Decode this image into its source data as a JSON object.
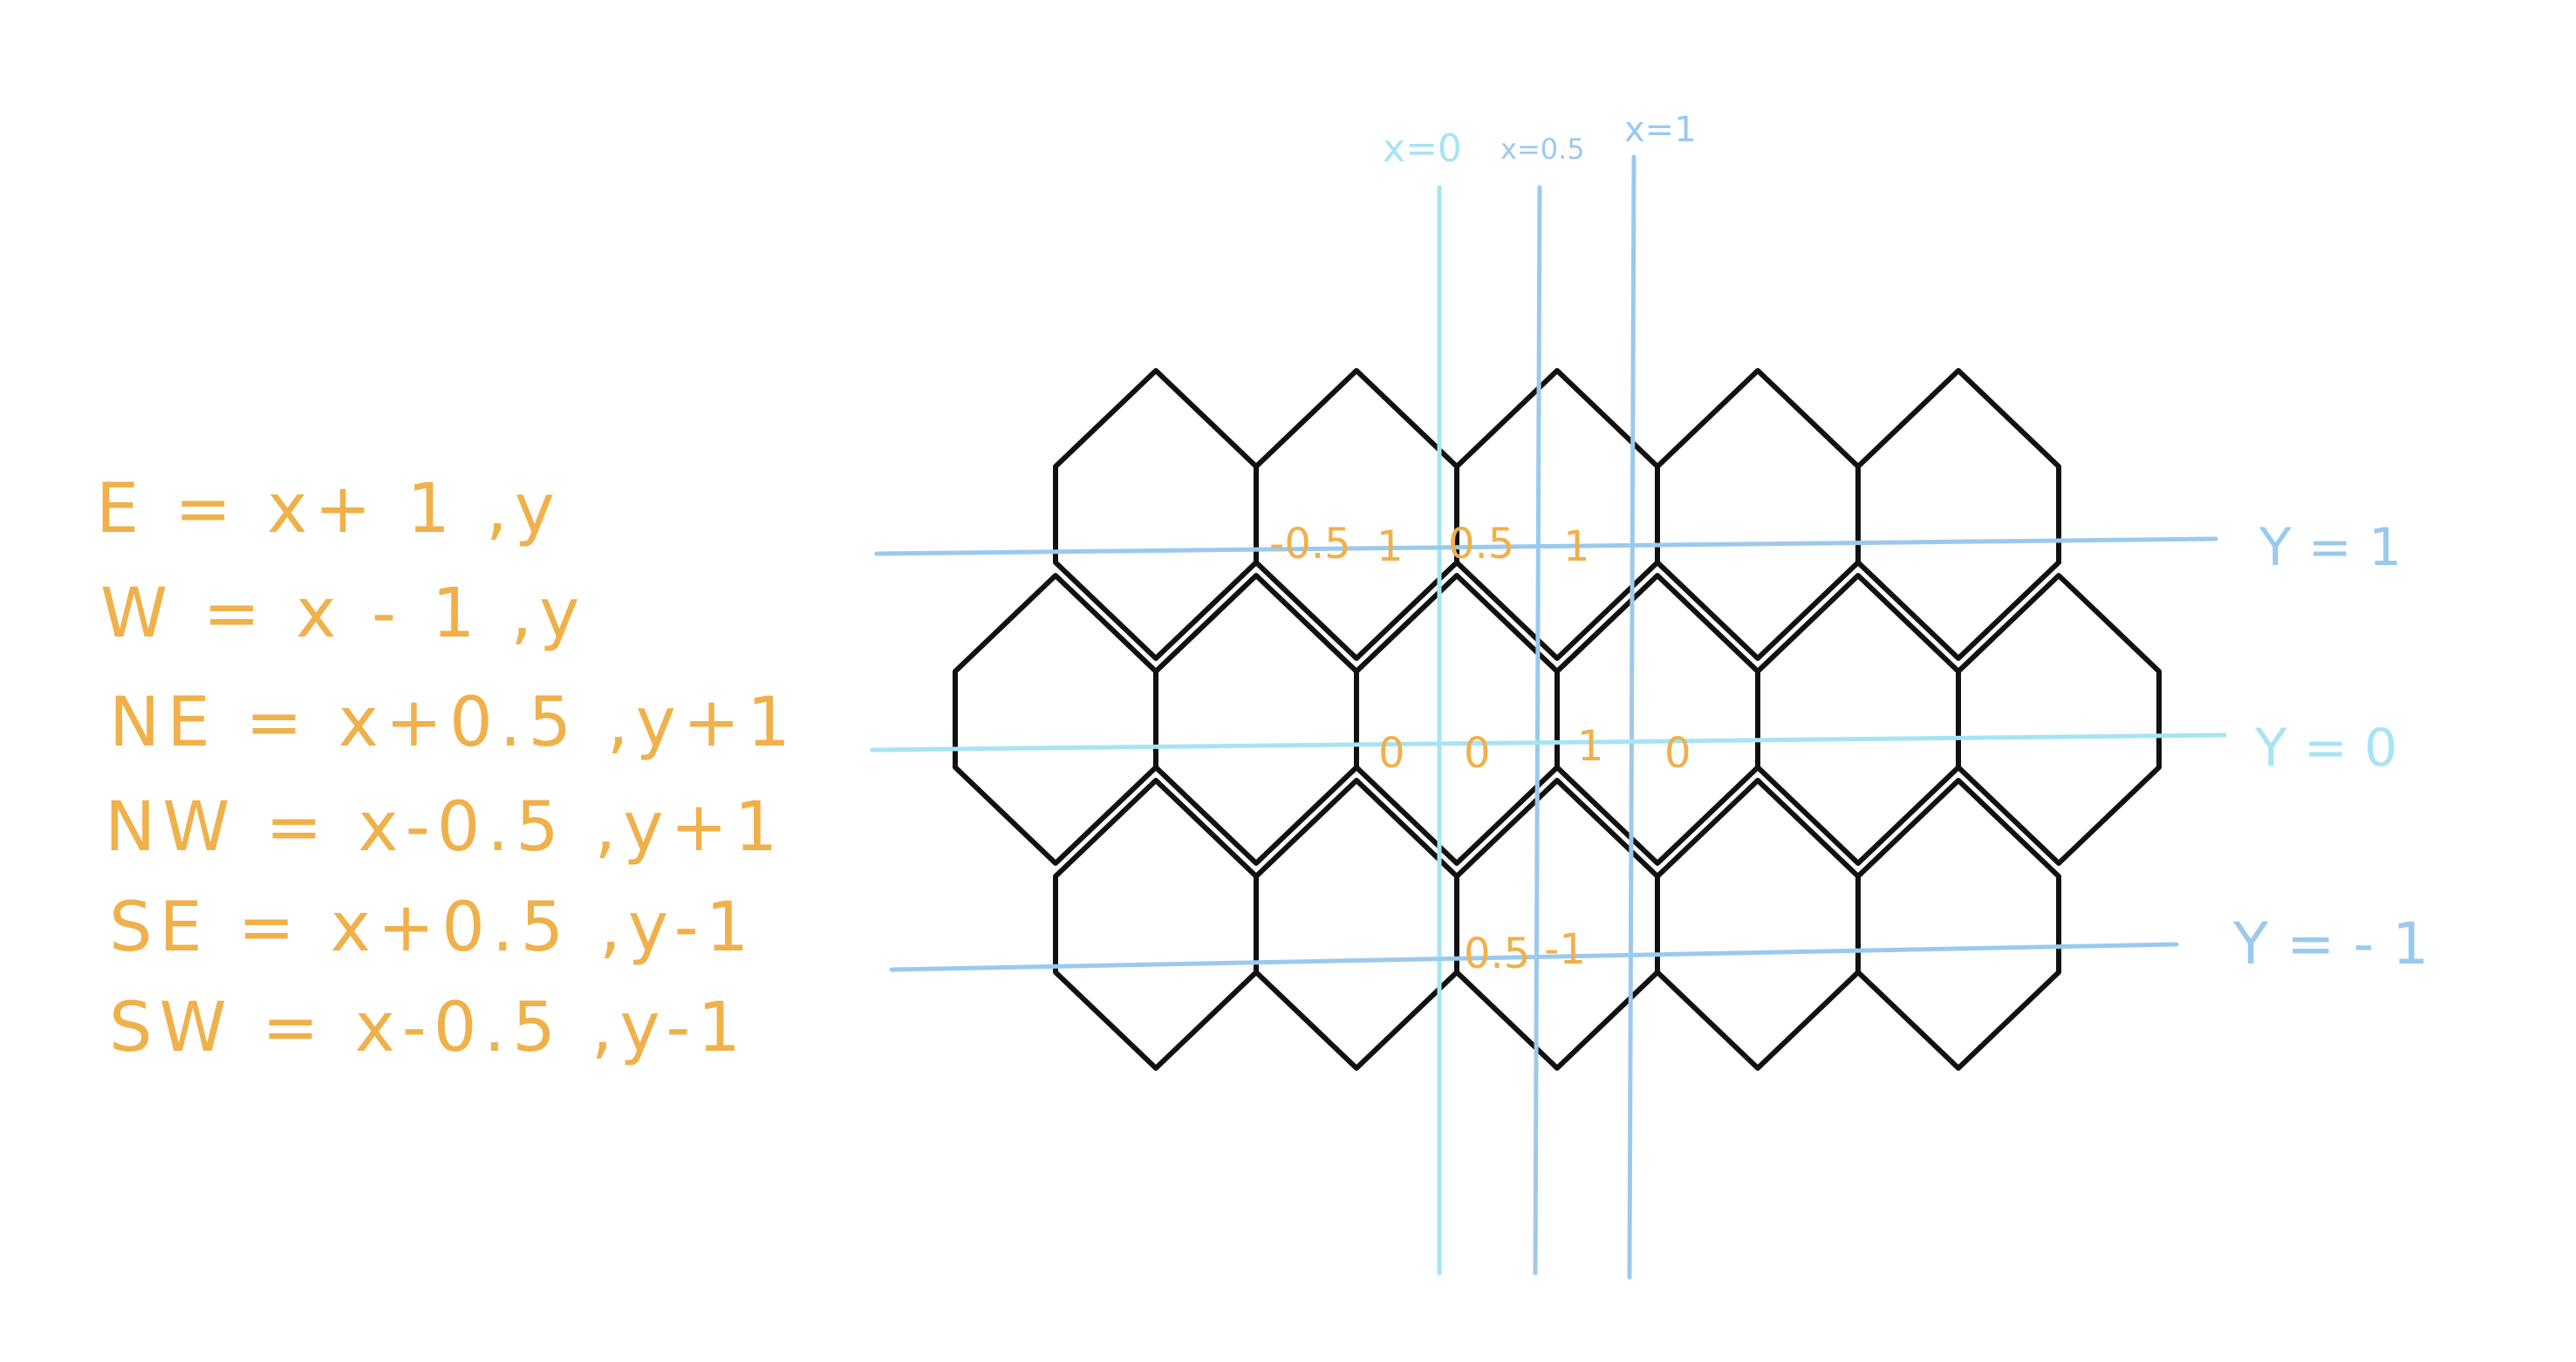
{
  "rules": [
    "E = x+ 1 ,y",
    "W = x - 1 ,y",
    "NE = x+0.5 ,y+1",
    "NW = x-0.5 ,y+1",
    "SE = x+0.5 ,y-1",
    "SW = x-0.5 ,y-1"
  ],
  "vertical_axes": [
    {
      "label": "x=0",
      "value": 0
    },
    {
      "label": "x=0.5",
      "value": 0.5
    },
    {
      "label": "x=1",
      "value": 1
    }
  ],
  "horizontal_axes": [
    {
      "label": "Y = 1",
      "value": 1
    },
    {
      "label": "Y = 0",
      "value": 0
    },
    {
      "label": "Y = - 1",
      "value": -1
    }
  ],
  "cell_values": {
    "row_top": [
      "-0.5",
      "1",
      "0.5",
      "1"
    ],
    "row_middle": [
      "0",
      "0",
      "1",
      "0"
    ],
    "row_bottom": [
      "0.5",
      "-1"
    ]
  },
  "colors": {
    "rule_text": "#F0B04A",
    "axis_cyan": "#A6E4F4",
    "axis_blue": "#9BC9EE",
    "hex_stroke": "#111111",
    "background": "#FFFFFF"
  }
}
